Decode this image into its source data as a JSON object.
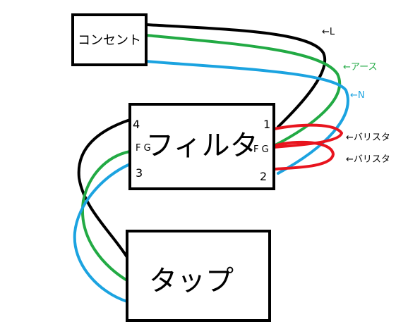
{
  "boxes": {
    "outlet": "コンセント",
    "filter": "フィルタ",
    "tap": "タップ"
  },
  "terminals": {
    "t1": "1",
    "t2": "2",
    "t3": "3",
    "t4": "4",
    "fg_left": "F G",
    "fg_right": "F G"
  },
  "annotations": {
    "live": "←L",
    "earth": "←アース",
    "neutral": "←N",
    "varistor_1": "←バリスタ",
    "varistor_2": "←バリスタ"
  },
  "colors": {
    "live": "#000000",
    "earth": "#22aa44",
    "neutral": "#1ba3e0",
    "varistor": "#e8141e",
    "outline": "#000000"
  }
}
